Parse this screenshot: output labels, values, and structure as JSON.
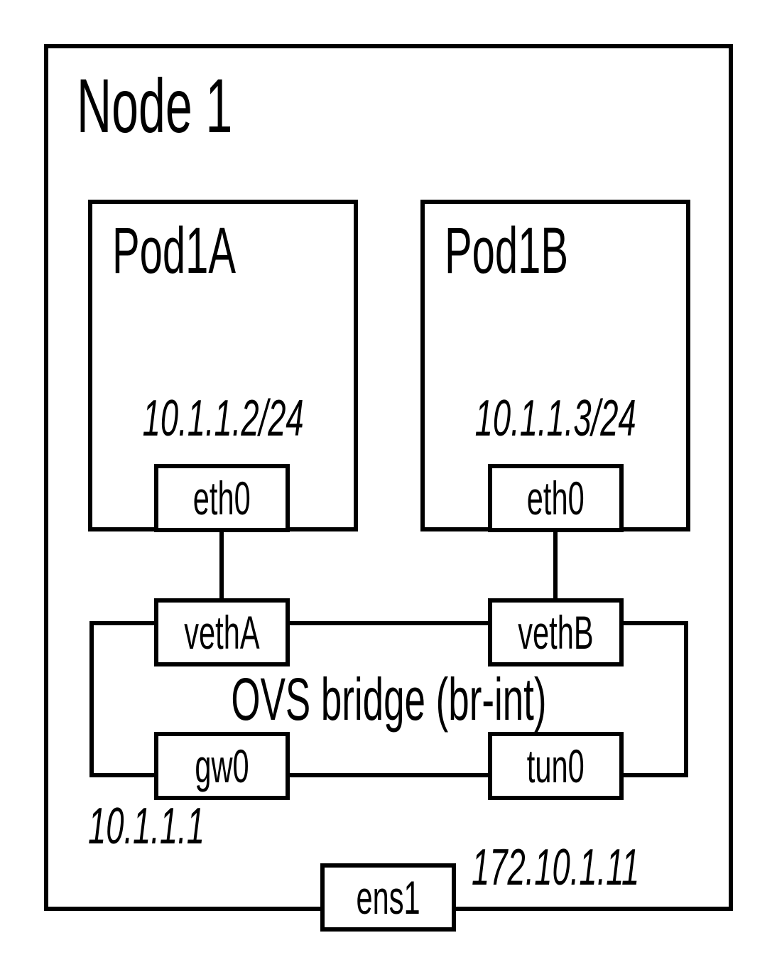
{
  "colors": {
    "line": "#000000",
    "background": "#ffffff"
  },
  "node": {
    "title": "Node 1"
  },
  "pods": [
    {
      "name": "Pod1A",
      "ip": "10.1.1.2/24",
      "interface": "eth0"
    },
    {
      "name": "Pod1B",
      "ip": "10.1.1.3/24",
      "interface": "eth0"
    }
  ],
  "bridge": {
    "label": "OVS bridge (br-int)",
    "port_veth_a": "vethA",
    "port_veth_b": "vethB",
    "port_gw": "gw0",
    "port_tun": "tun0",
    "gateway_ip": "10.1.1.1"
  },
  "external": {
    "interface": "ens1",
    "ip": "172.10.1.11"
  }
}
